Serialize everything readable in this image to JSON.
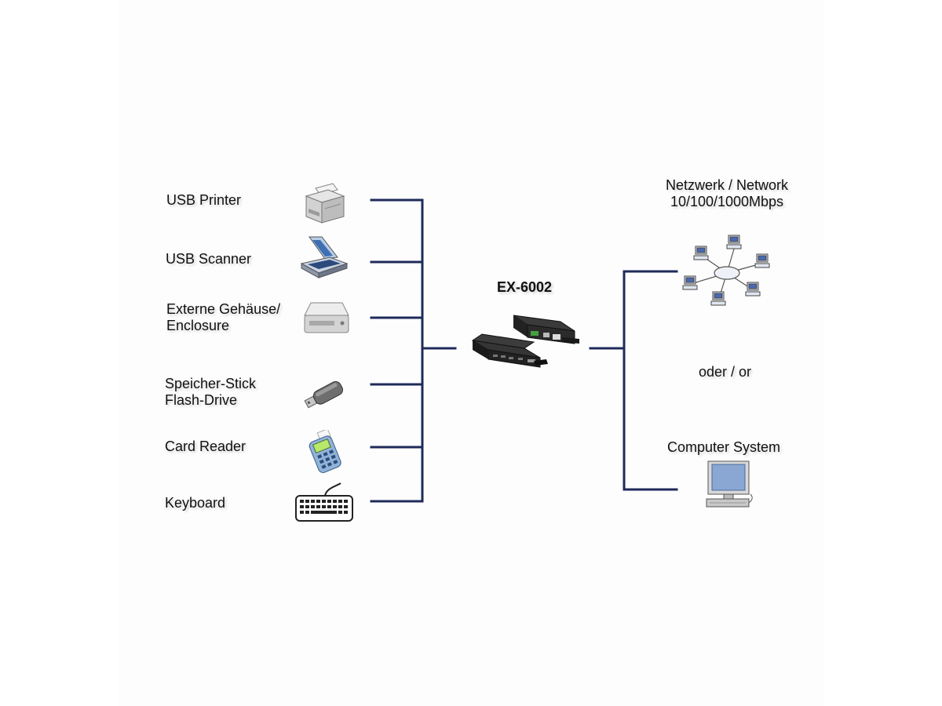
{
  "colors": {
    "wire": "#1f2a5a",
    "background": "#ffffff"
  },
  "devices": [
    {
      "id": "printer",
      "lines": [
        "USB Printer"
      ],
      "icon": "printer-icon"
    },
    {
      "id": "scanner",
      "lines": [
        "USB Scanner"
      ],
      "icon": "scanner-icon"
    },
    {
      "id": "enclosure",
      "lines": [
        "Externe Gehäuse/",
        "Enclosure"
      ],
      "icon": "hard-drive-icon"
    },
    {
      "id": "flash",
      "lines": [
        "Speicher-Stick",
        "Flash-Drive"
      ],
      "icon": "usb-stick-icon"
    },
    {
      "id": "card",
      "lines": [
        "Card Reader"
      ],
      "icon": "card-reader-icon"
    },
    {
      "id": "keyboard",
      "lines": [
        "Keyboard"
      ],
      "icon": "keyboard-icon"
    }
  ],
  "hub": {
    "label": "EX-6002",
    "icon": "usb-server-icon"
  },
  "network": {
    "lines": [
      "Netzwerk / Network",
      "10/100/1000Mbps"
    ],
    "icon": "network-icon"
  },
  "separator": "oder / or",
  "computer": {
    "label": "Computer System",
    "icon": "computer-icon"
  }
}
